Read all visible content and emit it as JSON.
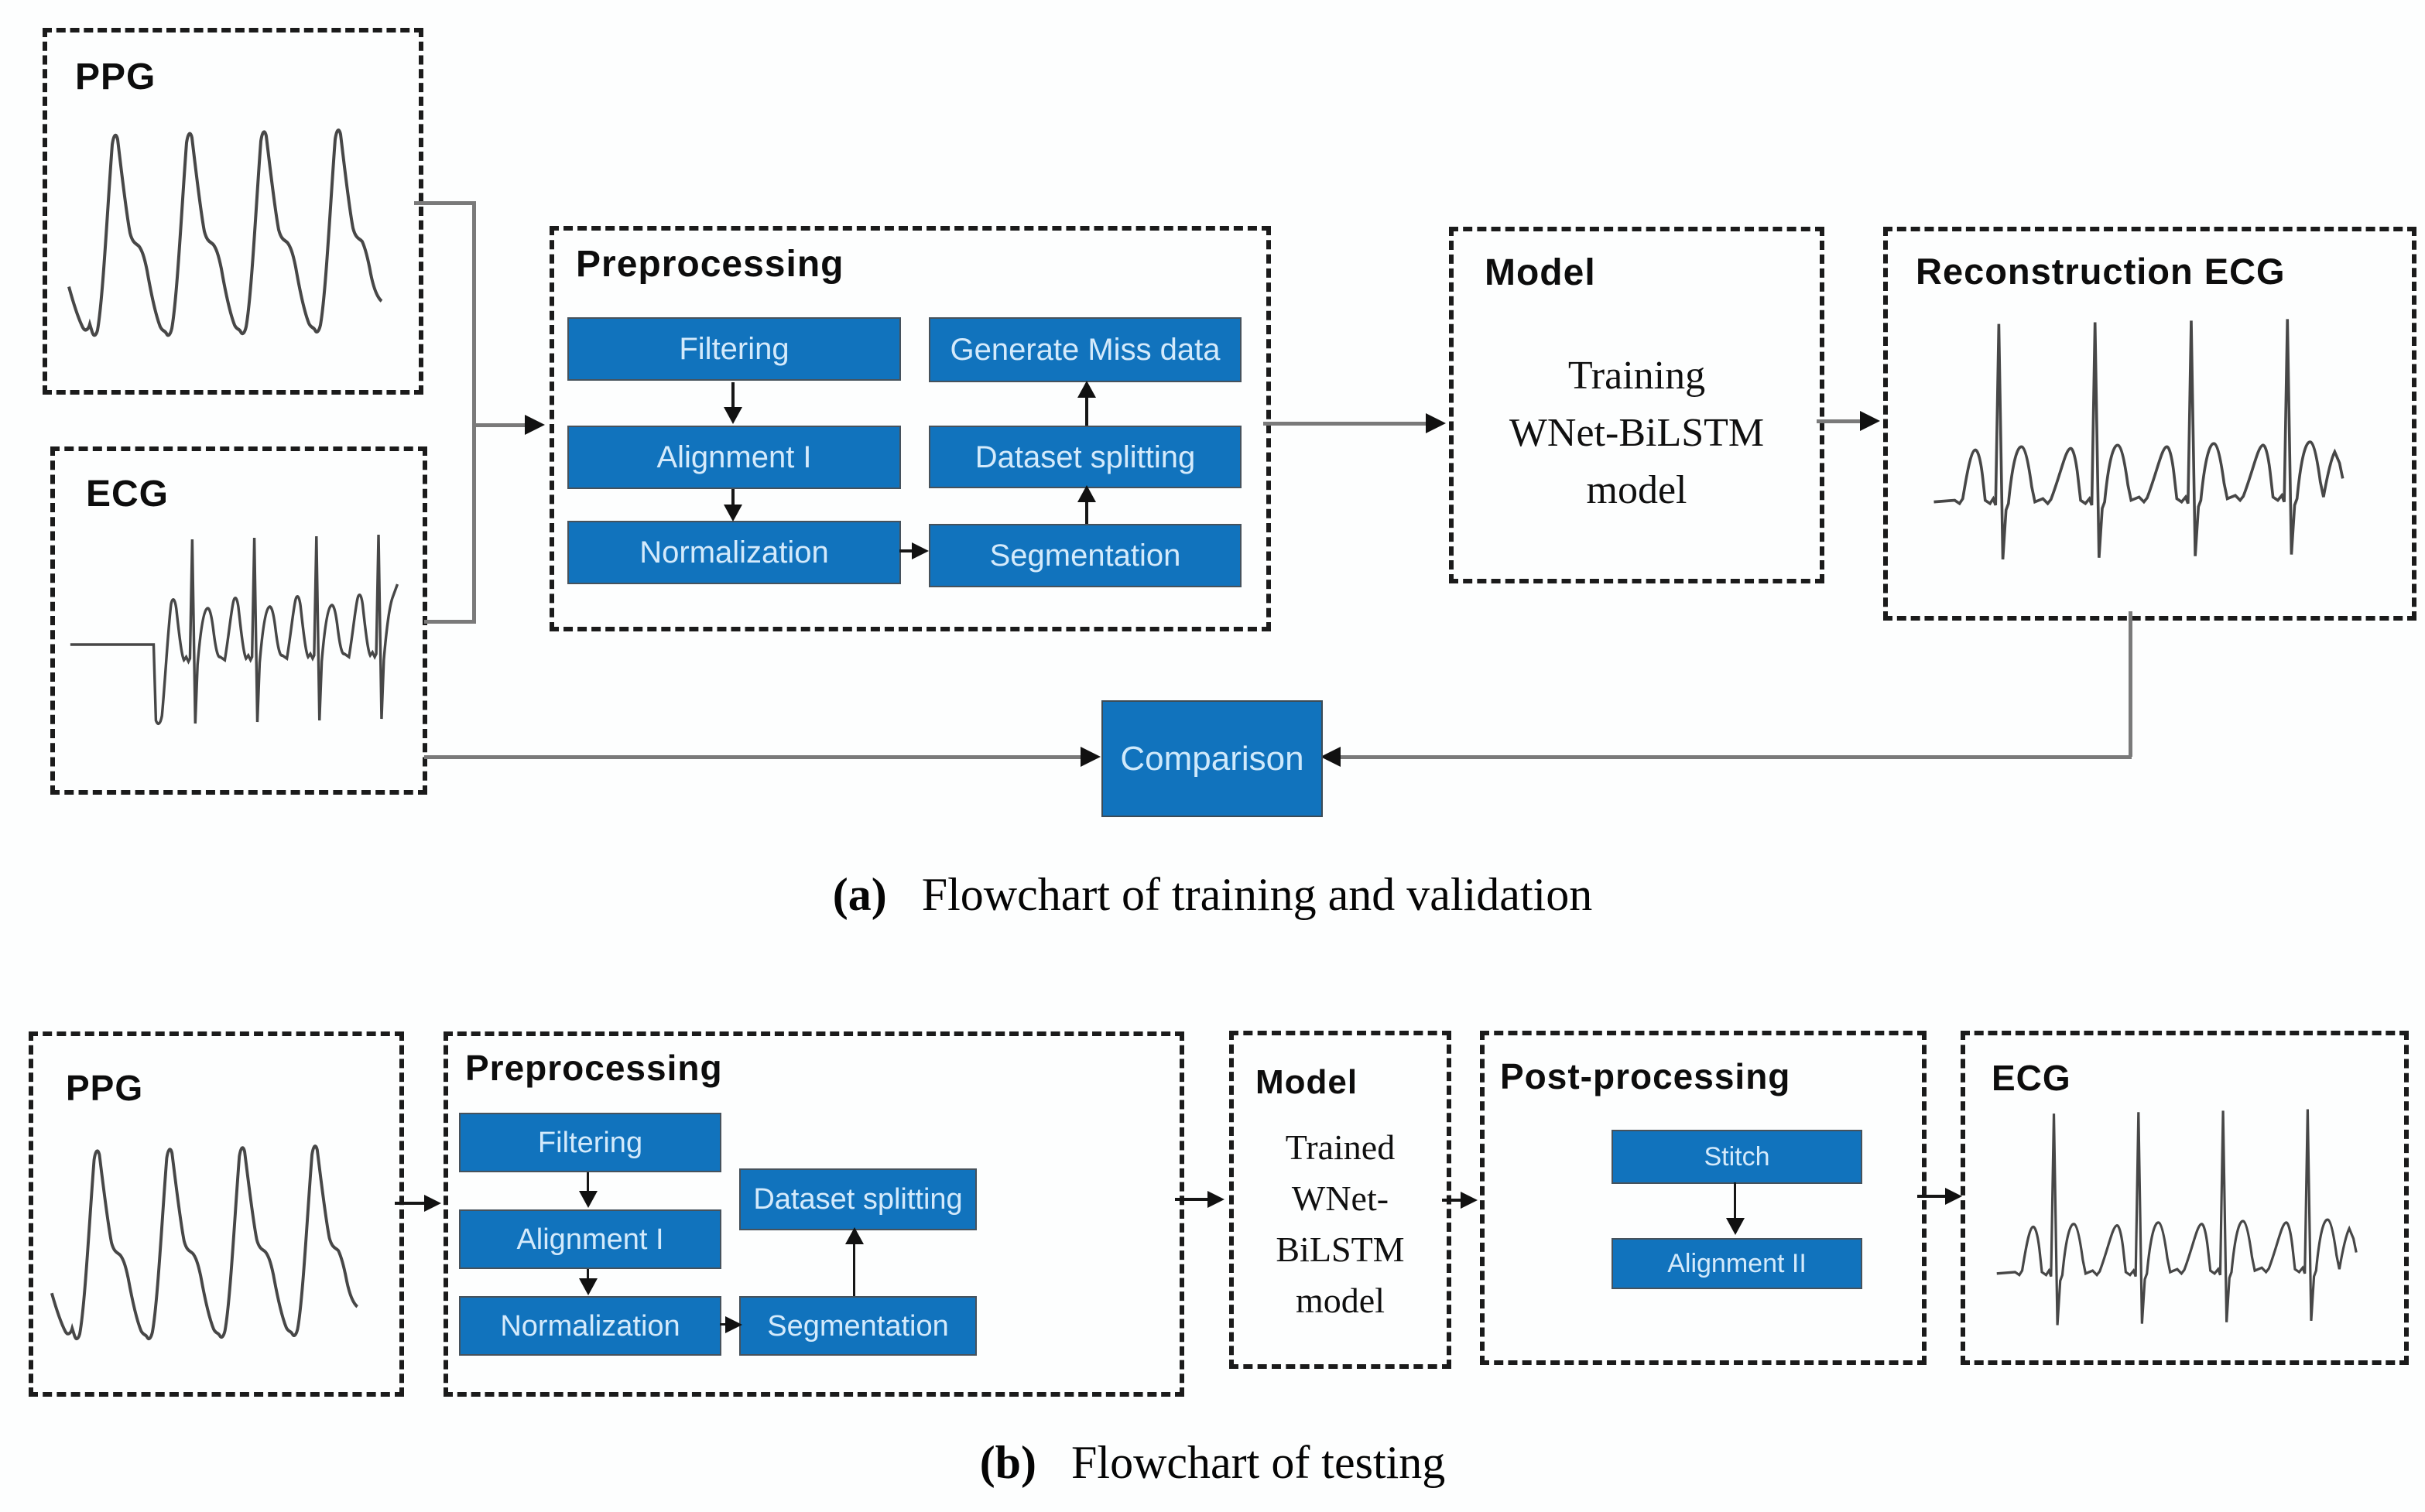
{
  "colors": {
    "accent_blue": "#1173bd",
    "step_text": "#d4eafb",
    "dashed_border": "#1b1b1b",
    "connector_gray": "#7a7a7a",
    "arrow_black": "#161616",
    "waveform_gray": "#474747"
  },
  "panel_a": {
    "ppg_title": "PPG",
    "ecg_title": "ECG",
    "preprocessing": {
      "title": "Preprocessing",
      "steps_left": [
        "Filtering",
        "Alignment I",
        "Normalization"
      ],
      "steps_right": [
        "Generate Miss data",
        "Dataset splitting",
        "Segmentation"
      ]
    },
    "model": {
      "title": "Model",
      "lines": [
        "Training",
        "WNet-BiLSTM",
        "model"
      ]
    },
    "reconstruction_title": "Reconstruction ECG",
    "comparison_label": "Comparison",
    "caption_label": "(a)",
    "caption_text": "Flowchart of training and validation"
  },
  "panel_b": {
    "ppg_title": "PPG",
    "preprocessing": {
      "title": "Preprocessing",
      "steps_left": [
        "Filtering",
        "Alignment I",
        "Normalization"
      ],
      "steps_right": [
        "Dataset splitting",
        "Segmentation"
      ]
    },
    "model": {
      "title": "Model",
      "lines": [
        "Trained",
        "WNet-BiLSTM",
        "model"
      ]
    },
    "postprocessing": {
      "title": "Post-processing",
      "steps": [
        "Stitch",
        "Alignment II"
      ]
    },
    "ecg_title": "ECG",
    "caption_label": "(b)",
    "caption_text": "Flowchart of testing"
  }
}
